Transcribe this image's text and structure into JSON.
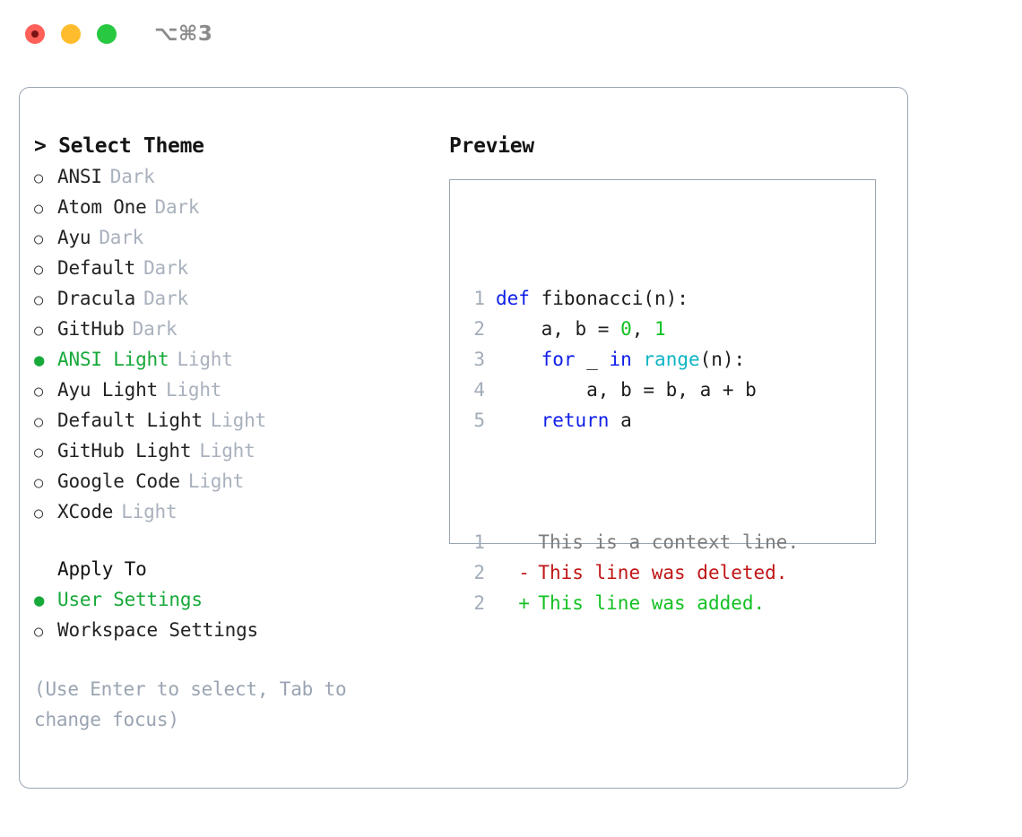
{
  "window": {
    "shortcut_label": "⌥⌘3",
    "traffic_lights": [
      {
        "name": "close",
        "color": "#ff6058"
      },
      {
        "name": "minimize",
        "color": "#ffbd2e"
      },
      {
        "name": "maximize",
        "color": "#28c840"
      }
    ]
  },
  "theme_picker": {
    "title": "> Select Theme",
    "options": [
      {
        "marker": "○",
        "name": "ANSI",
        "suffix": "Dark",
        "selected": false
      },
      {
        "marker": "○",
        "name": "Atom One",
        "suffix": "Dark",
        "selected": false
      },
      {
        "marker": "○",
        "name": "Ayu",
        "suffix": "Dark",
        "selected": false
      },
      {
        "marker": "○",
        "name": "Default",
        "suffix": "Dark",
        "selected": false
      },
      {
        "marker": "○",
        "name": "Dracula",
        "suffix": "Dark",
        "selected": false
      },
      {
        "marker": "○",
        "name": "GitHub",
        "suffix": "Dark",
        "selected": false
      },
      {
        "marker": "●",
        "name": "ANSI Light",
        "suffix": "Light",
        "selected": true
      },
      {
        "marker": "○",
        "name": "Ayu Light",
        "suffix": "Light",
        "selected": false
      },
      {
        "marker": "○",
        "name": "Default Light",
        "suffix": "Light",
        "selected": false
      },
      {
        "marker": "○",
        "name": "GitHub Light",
        "suffix": "Light",
        "selected": false
      },
      {
        "marker": "○",
        "name": "Google Code",
        "suffix": "Light",
        "selected": false
      },
      {
        "marker": "○",
        "name": "XCode",
        "suffix": "Light",
        "selected": false
      }
    ]
  },
  "apply_to": {
    "title": "Apply To",
    "options": [
      {
        "marker": "●",
        "name": "User Settings",
        "selected": true
      },
      {
        "marker": "○",
        "name": "Workspace Settings",
        "selected": false
      }
    ]
  },
  "hint": "(Use Enter to select, Tab to change focus)",
  "preview": {
    "title": "Preview",
    "code_lines": [
      {
        "ln": "1",
        "tokens": [
          {
            "t": "def ",
            "c": "kw"
          },
          {
            "t": "fibonacci(n):",
            "c": "code-txt"
          }
        ]
      },
      {
        "ln": "2",
        "tokens": [
          {
            "t": "    a, b = ",
            "c": "code-txt"
          },
          {
            "t": "0",
            "c": "num"
          },
          {
            "t": ", ",
            "c": "code-txt"
          },
          {
            "t": "1",
            "c": "num"
          }
        ]
      },
      {
        "ln": "3",
        "tokens": [
          {
            "t": "    ",
            "c": "code-txt"
          },
          {
            "t": "for",
            "c": "kw"
          },
          {
            "t": " _ ",
            "c": "code-txt"
          },
          {
            "t": "in",
            "c": "kw"
          },
          {
            "t": " ",
            "c": "code-txt"
          },
          {
            "t": "range",
            "c": "fn"
          },
          {
            "t": "(n):",
            "c": "code-txt"
          }
        ]
      },
      {
        "ln": "4",
        "tokens": [
          {
            "t": "        a, b = b, a + b",
            "c": "code-txt"
          }
        ]
      },
      {
        "ln": "5",
        "tokens": [
          {
            "t": "    ",
            "c": "code-txt"
          },
          {
            "t": "return",
            "c": "kw"
          },
          {
            "t": " a",
            "c": "code-txt"
          }
        ]
      }
    ],
    "diff_lines": [
      {
        "ln": "1",
        "mark": " ",
        "text": "This is a context line.",
        "kind": "ctx"
      },
      {
        "ln": "2",
        "mark": "-",
        "text": "This line was deleted.",
        "kind": "del"
      },
      {
        "ln": "2",
        "mark": "+",
        "text": "This line was added.",
        "kind": "add"
      }
    ]
  },
  "colors": {
    "accent_green": "#17a93a",
    "keyword_blue": "#1020e8",
    "function_cyan": "#0fb5c4",
    "number_green": "#12c023",
    "diff_delete_red": "#c01616",
    "diff_add_green": "#12c023",
    "muted_gray": "#a9b1bd",
    "border_gray": "#9aa5b4"
  }
}
